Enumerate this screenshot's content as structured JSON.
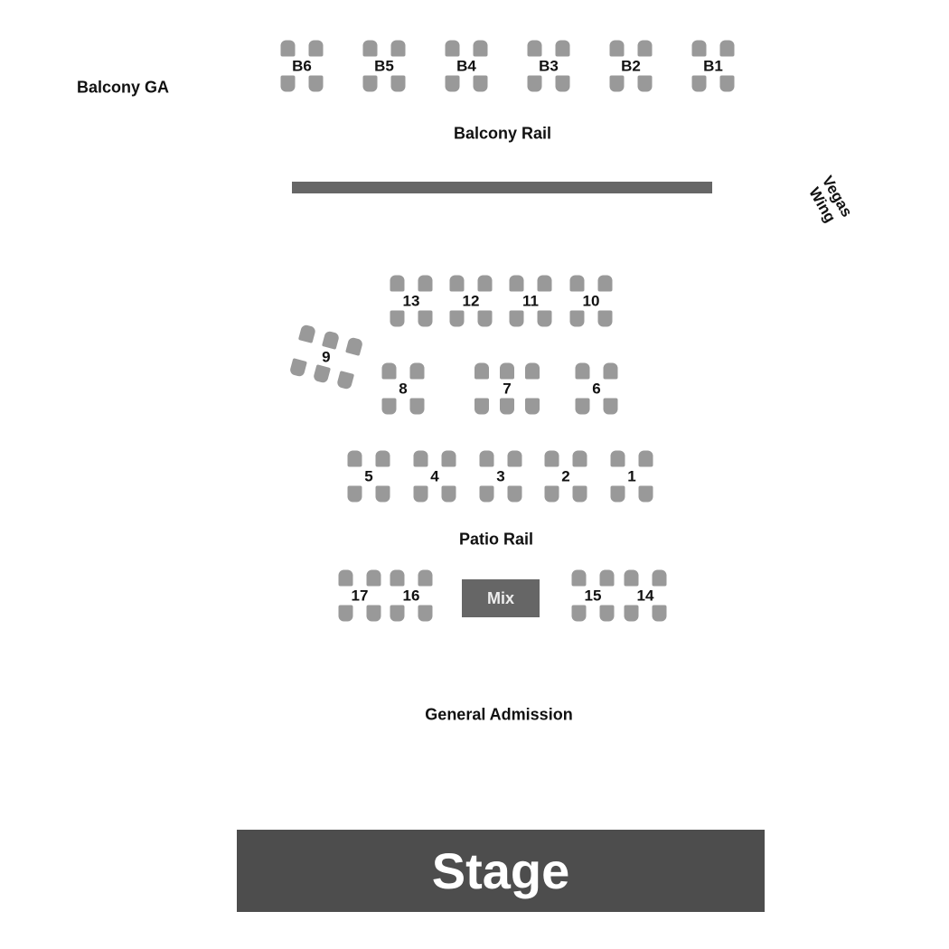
{
  "labels": {
    "balcony_ga": "Balcony GA",
    "balcony_rail": "Balcony Rail",
    "vegas_line1": "Vegas",
    "vegas_line2": "Wing",
    "patio_rail": "Patio Rail",
    "general_admission": "General Admission",
    "mix": "Mix",
    "stage": "Stage"
  },
  "colors": {
    "seat": "#999999",
    "rail": "#666666",
    "stage": "#4d4d4d"
  },
  "tables": {
    "balcony": [
      "B6",
      "B5",
      "B4",
      "B3",
      "B2",
      "B1"
    ],
    "upper_row": [
      "13",
      "12",
      "11",
      "10"
    ],
    "table_9": "9",
    "middle_row": [
      "8",
      "7",
      "6"
    ],
    "lower_row": [
      "5",
      "4",
      "3",
      "2",
      "1"
    ],
    "front_left": [
      "17",
      "16"
    ],
    "front_right": [
      "15",
      "14"
    ]
  }
}
